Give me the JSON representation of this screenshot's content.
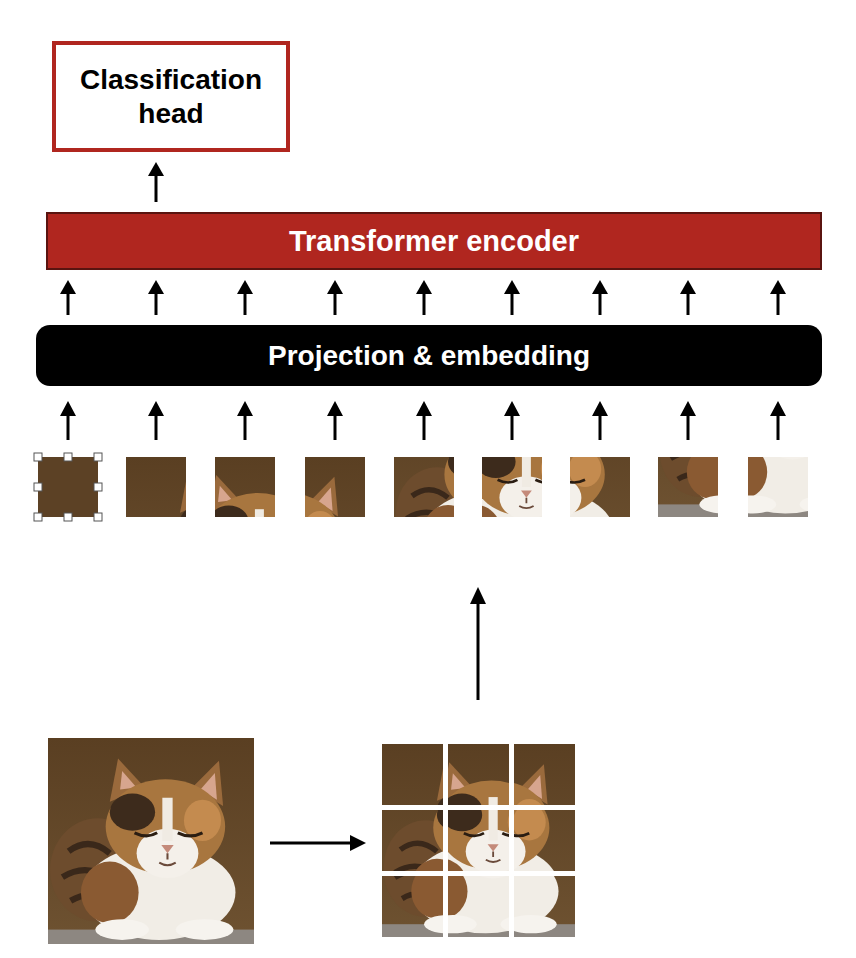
{
  "diagram": {
    "nodes": [
      {
        "text": [
          "Classification head"
        ]
      },
      {
        "text": [
          "Transformer encoder"
        ]
      },
      {
        "text": [
          "Projection & embedding"
        ]
      }
    ],
    "edges": [
      {
        "from": 1,
        "to": 0,
        "arrow": "to"
      },
      {
        "from": 2,
        "to": 1,
        "arrow": "to"
      },
      {
        "from": 2,
        "to": 1,
        "arrow": "to"
      },
      {
        "from": 2,
        "to": 1,
        "arrow": "to"
      },
      {
        "from": 2,
        "to": 1,
        "arrow": "to"
      },
      {
        "from": 2,
        "to": 1,
        "arrow": "to"
      },
      {
        "from": 2,
        "to": 1,
        "arrow": "to"
      },
      {
        "from": 2,
        "to": 1,
        "arrow": "to"
      },
      {
        "from": 2,
        "to": 1,
        "arrow": "to"
      },
      {
        "from": 2,
        "to": 1,
        "arrow": "to"
      }
    ]
  }
}
